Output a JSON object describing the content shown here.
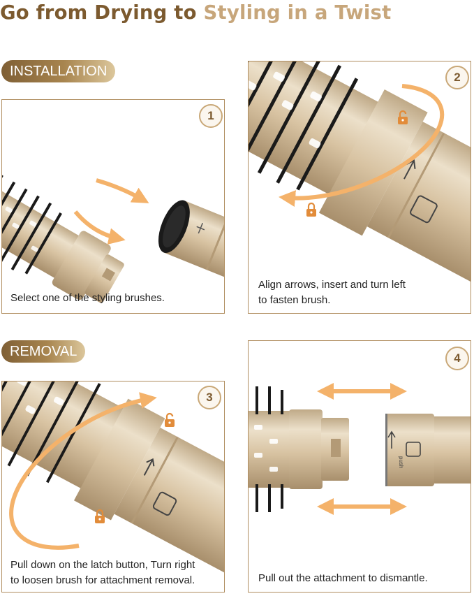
{
  "title": {
    "part1": "Go from Drying to ",
    "part2": "Styling in a Twist"
  },
  "sections": {
    "installation": "INSTALLATION",
    "removal": "REMOVAL"
  },
  "steps": [
    {
      "number": "1",
      "caption": "Select one of the styling brushes."
    },
    {
      "number": "2",
      "caption_line1": "Align arrows, insert and turn left",
      "caption_line2": "to fasten brush."
    },
    {
      "number": "3",
      "caption_line1": "Pull down on the latch button, Turn right",
      "caption_line2": "to loosen brush for attachment removal."
    },
    {
      "number": "4",
      "caption": "Pull out the attachment to dismantle."
    }
  ],
  "device_label": "push",
  "colors": {
    "brand_dark": "#7c5a2f",
    "brand_light": "#c7a67b",
    "panel_border": "#b08d5f",
    "arrow_orange": "#f4b26a",
    "lock_orange": "#e28c3a",
    "body_champagne": "#d8c3a2"
  },
  "icons": [
    "lock-icon",
    "unlock-icon",
    "curved-arrow-icon",
    "double-arrow-icon",
    "round-brush-icon",
    "handle-icon"
  ]
}
